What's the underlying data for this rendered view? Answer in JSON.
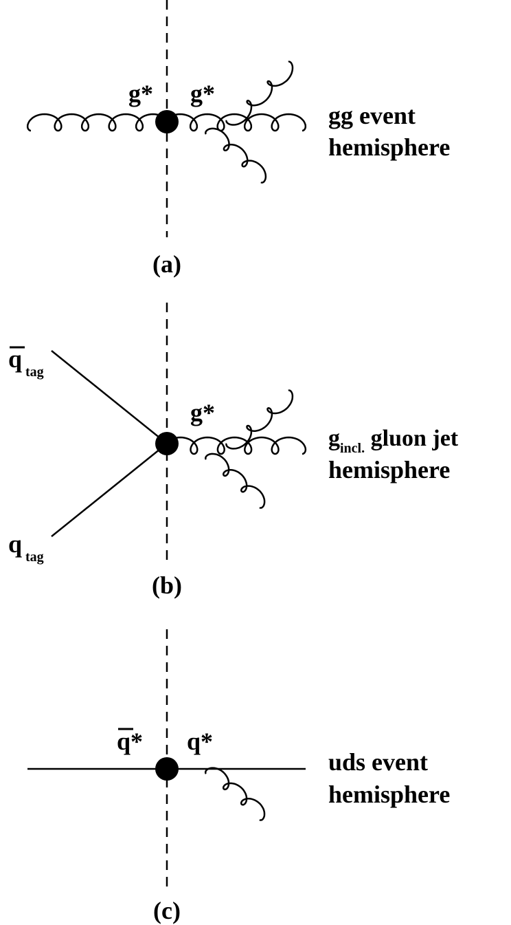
{
  "panels": [
    {
      "id": "a",
      "caption": "(a)",
      "left_label": "g*",
      "right_label": "g*",
      "side_text_1": "gg event",
      "side_text_2": "hemisphere"
    },
    {
      "id": "b",
      "caption": "(b)",
      "upper_quark_label": "q",
      "upper_quark_sub": "tag",
      "lower_quark_label": "q",
      "lower_quark_sub": "tag",
      "right_label": "g*",
      "side_text_1_main": "g",
      "side_text_1_sub": "incl.",
      "side_text_1_rest": " gluon jet",
      "side_text_2": "hemisphere"
    },
    {
      "id": "c",
      "caption": "(c)",
      "left_label": "q*",
      "right_label": "q*",
      "side_text_1": "uds event",
      "side_text_2": "hemisphere"
    }
  ]
}
